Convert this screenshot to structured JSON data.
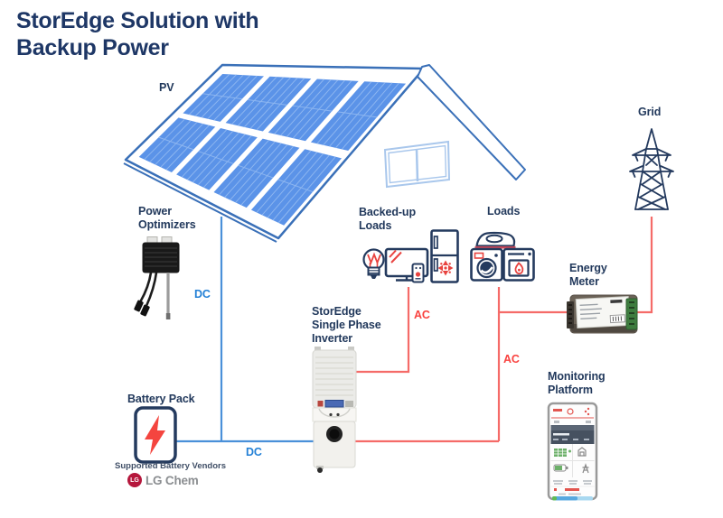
{
  "title": "StorEdge Solution with Backup Power",
  "labels": {
    "pv": "PV",
    "power_optimizers": "Power Optimizers",
    "backed_up_loads": "Backed-up Loads",
    "loads": "Loads",
    "grid": "Grid",
    "energy_meter": "Energy Meter",
    "monitoring_platform": "Monitoring Platform",
    "inverter": "StorEdge Single Phase Inverter",
    "battery_pack": "Battery Pack",
    "supported_battery_vendors": "Supported Battery Vendors"
  },
  "line_labels": {
    "dc_pv": "DC",
    "dc_battery": "DC",
    "ac_backup": "AC",
    "ac_grid": "AC"
  },
  "lg": {
    "monogram": "LG",
    "name": "LG Chem"
  },
  "colors": {
    "title_navy": "#1e3766",
    "label_navy": "#22395c",
    "dc_blue_line": "#4a90d9",
    "dc_blue_text": "#2380d6",
    "ac_red_line": "#f56b68",
    "ac_red_text": "#f9423f",
    "panel_blue": "#5b93e8",
    "panel_grid": "#8db6f0",
    "roof_outline": "#3a70b8",
    "window_blue": "#a9c7ec",
    "icon_navy": "#243a5e",
    "icon_red": "#e8433f",
    "lg_red": "#b5173c",
    "lg_gray": "#8b8e91"
  },
  "icons": [
    "pv-house-icon",
    "power-optimizer-icon",
    "battery-pack-icon",
    "inverter-icon",
    "light-bulb-icon",
    "tv-icon",
    "remote-icon",
    "fridge-icon",
    "iron-icon",
    "washing-machine-icon",
    "oven-icon",
    "grid-tower-icon",
    "energy-meter-icon",
    "monitoring-phone-icon"
  ]
}
